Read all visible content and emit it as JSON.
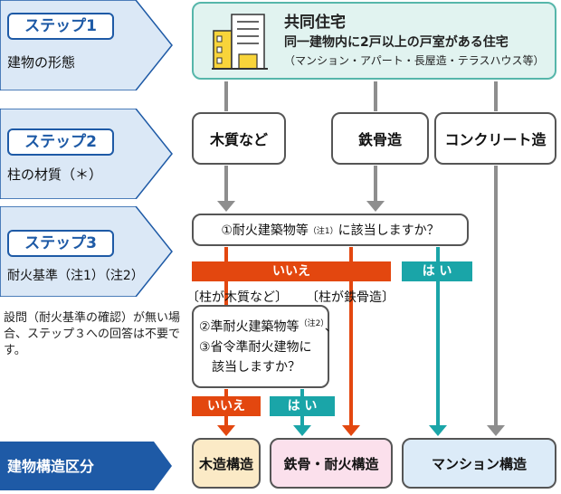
{
  "steps": [
    {
      "badge": "ステップ1",
      "label": "建物の形態"
    },
    {
      "badge": "ステップ2",
      "label": "柱の材質（＊）"
    },
    {
      "badge": "ステップ3",
      "label": "耐火基準（注1）（注2）"
    }
  ],
  "note": "設問（耐火基準の確認）が無い場合、ステップ３への回答は不要です。",
  "result_label": "建物構造区分",
  "top": {
    "title": "共同住宅",
    "line1": "同一建物内に2戸以上の戸室がある住宅",
    "line2": "（マンション・アパート・長屋造・テラスハウス等）",
    "icon": "apartment-building-icon"
  },
  "materials": [
    "木質など",
    "鉄骨造",
    "コンクリート造"
  ],
  "q1": {
    "pre": "①耐火建築物等",
    "sup": "（注1）",
    "post": "に該当しますか？"
  },
  "iie": "いいえ",
  "hai": "は い",
  "bracket_wood": "〔柱が木質など〕",
  "bracket_steel": "〔柱が鉄骨造〕",
  "q2": {
    "line1_pre": "②準耐火建築物等",
    "line1_sup": "（注2）",
    "line1_post": "、",
    "line2": "③省令準耐火建物に",
    "line3": "該当しますか？"
  },
  "results": [
    "木造構造",
    "鉄骨・耐火構造",
    "マンション構造"
  ],
  "colors": {
    "blue": "#1e5aa6",
    "panel": "#dbe8f6",
    "orange": "#e3470f",
    "teal": "#1aa5a8",
    "gray_arrow": "#8e8e8e"
  }
}
